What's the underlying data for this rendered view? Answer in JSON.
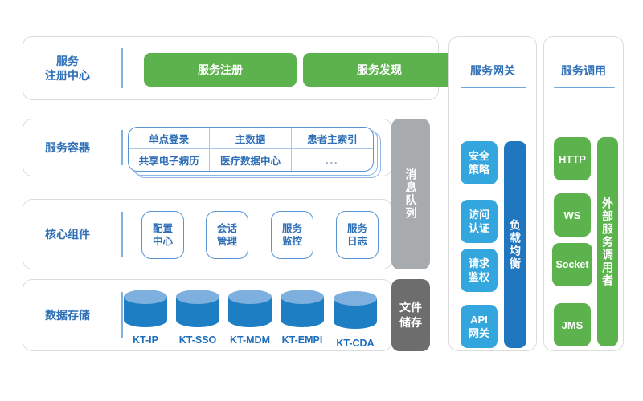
{
  "diagram": {
    "left_rows": [
      {
        "label": "服务\n注册中心",
        "label_line1": "服务",
        "label_line2": "注册中心",
        "items": [
          {
            "text": "服务注册"
          },
          {
            "text": "服务发现"
          }
        ]
      },
      {
        "label_line1": "服务容器",
        "table": {
          "cells": [
            "单点登录",
            "主数据",
            "患者主索引",
            "共享电子病历",
            "医疗数据中心",
            "..."
          ]
        }
      },
      {
        "label_line1": "核心组件",
        "items": [
          {
            "line1": "配置",
            "line2": "中心"
          },
          {
            "line1": "会话",
            "line2": "管理"
          },
          {
            "line1": "服务",
            "line2": "监控"
          },
          {
            "line1": "服务",
            "line2": "日志"
          }
        ]
      },
      {
        "label_line1": "数据存储",
        "databases": [
          {
            "name": "KT-IP"
          },
          {
            "name": "KT-SSO"
          },
          {
            "name": "KT-MDM"
          },
          {
            "name": "KT-EMPI"
          },
          {
            "name": "KT-CDA"
          }
        ]
      }
    ],
    "middle": {
      "message_queue": "消息队列",
      "file_storage_line1": "文件",
      "file_storage_line2": "储存"
    },
    "gateway_panel": {
      "title": "服务网关",
      "tiles": [
        {
          "line1": "安全",
          "line2": "策略"
        },
        {
          "line1": "访问",
          "line2": "认证"
        },
        {
          "line1": "请求",
          "line2": "鉴权"
        },
        {
          "line1": "API",
          "line2": "网关"
        }
      ],
      "bar": "负载均衡"
    },
    "invoke_panel": {
      "title": "服务调用",
      "tiles": [
        {
          "line1": "HTTP"
        },
        {
          "line1": "WS"
        },
        {
          "line1": "Socket"
        },
        {
          "line1": "JMS"
        }
      ],
      "bar": "外部服务调用者"
    },
    "colors": {
      "green": "#5cb24c",
      "light_blue": "#32a6dd",
      "dark_blue": "#2177bf",
      "label_blue": "#2f6fb7",
      "gray_light": "#a8abad",
      "gray_dark": "#6d6d6d",
      "card_border": "#dcdcdc"
    }
  }
}
